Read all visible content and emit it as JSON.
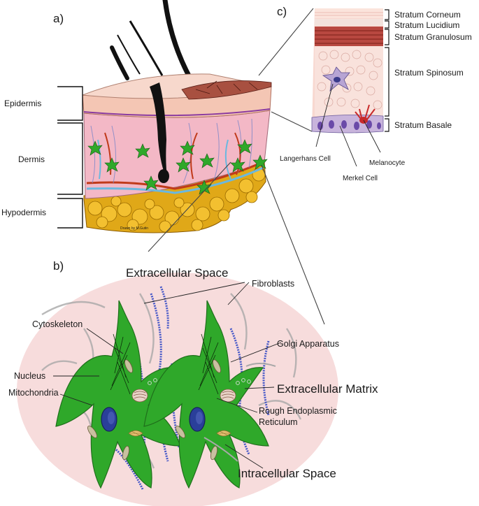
{
  "panels": {
    "a": "a)",
    "b": "b)",
    "c": "c)"
  },
  "skin_layers": [
    "Epidermis",
    "Dermis",
    "Hypodermis"
  ],
  "credit": "Drawn by M.Gutin",
  "epidermis_strata": [
    "Stratum Corneum",
    "Stratum Lucidium",
    "Stratum Granulosum",
    "Stratum Spinosum",
    "Stratum Basale"
  ],
  "epidermis_cells": {
    "langerhans": "Langerhans Cell",
    "merkel": "Merkel Cell",
    "melanocyte": "Melanocyte"
  },
  "cell_view": {
    "extracellular_space": "Extracellular Space",
    "fibroblasts": "Fibroblasts",
    "cytoskeleton": "Cytoskeleton",
    "golgi": "Golgi Apparatus",
    "nucleus": "Nucleus",
    "extracellular_matrix": "Extracellular Matrix",
    "mitochondria": "Mitochondria",
    "rer_line1": "Rough Endoplasmic",
    "rer_line2": "Reticulum",
    "intracellular_space": "Intracellular Space"
  },
  "colors": {
    "cell_green": "#2fa82a",
    "oval_pink": "#f7dcdc",
    "dermis_pink": "#f3b8c6",
    "fat_yellow": "#e0a818",
    "nucleus_blue": "#2a3f9a",
    "fiber_blue": "#4658c8"
  }
}
